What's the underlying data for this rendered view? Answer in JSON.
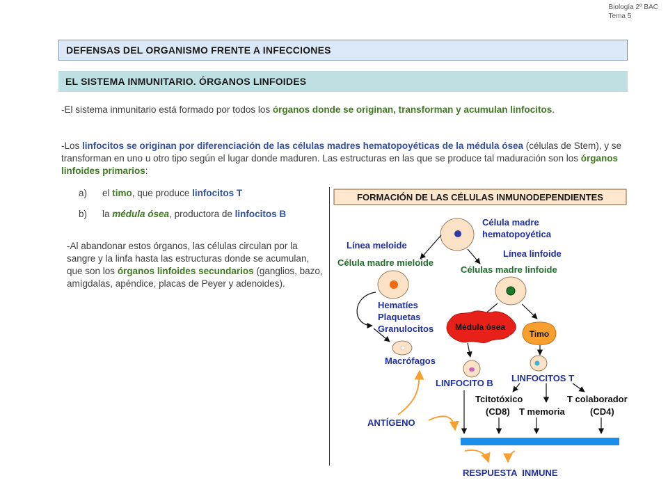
{
  "header": {
    "line1": "Biología 2º BAC",
    "line2": "Tema 5"
  },
  "title1": "DEFENSAS DEL ORGANISMO FRENTE A INFECCIONES",
  "title2": "EL SISTEMA INMUNITARIO. ÓRGANOS LINFOIDES",
  "p1": {
    "a": "-El sistema inmunitario está formado por todos los ",
    "b": "órganos donde se originan, transforman y acumulan linfocitos",
    "c": "."
  },
  "p2": {
    "a": "-Los ",
    "b": "linfocitos se originan por diferenciación de las células madres hematopoyéticas de la médula ósea",
    "c": " (células de Stem), y se transforman en uno u otro tipo según el lugar donde maduren. Las estructuras en las que se produce tal maduración son los ",
    "d": "órganos linfoides primarios",
    "e": ":"
  },
  "list": [
    {
      "key": "a)",
      "pre": "el ",
      "organ": "timo",
      "mid": ", que produce ",
      "cell": "linfocitos T"
    },
    {
      "key": "b)",
      "pre": "la ",
      "organ": "médula ósea",
      "mid": ", productora de ",
      "cell": "linfocitos B"
    }
  ],
  "p3": {
    "a": "-Al abandonar estos órganos, las células circulan por la sangre y la linfa hasta las estructuras donde se acumulan, que son los ",
    "b": "órganos linfoides secundarios",
    "c": " (ganglios, bazo, amígdalas, apéndice, placas de Peyer y adenoides)."
  },
  "diagram": {
    "title": "FORMACIÓN DE LAS CÉLULAS INMUNODEPENDIENTES",
    "stem_line1": "Célula madre",
    "stem_line2": "hematopoyética",
    "meloid_line": "Línea meloide",
    "lymphoid_line": "Línea linfoide",
    "myeloid_stem": "Célula madre mieloide",
    "lymphoid_stem": "Células madre linfoide",
    "myeloid_products": [
      "Hematíes",
      "Plaquetas",
      "Granulocitos"
    ],
    "marrow": "Médula ósea",
    "thymus": "Timo",
    "macrophages": "Macrófagos",
    "lymph_b": "LINFOCITO B",
    "lymph_t": "LINFOCITOS T",
    "t_cytotoxic": "Tcitotóxico",
    "cd8": "(CD8)",
    "t_memory": "T memoria",
    "t_helper": "T colaborador",
    "cd4": "(CD4)",
    "antigen": "ANTÍGENO",
    "response": "RESPUESTA  INMUNE",
    "colors": {
      "blue_text": "#1f2fa0",
      "green_text": "#1e6e2a",
      "orange": "#f7a030",
      "bar": "#1a8ee8",
      "marrow": "#e8201a"
    }
  }
}
